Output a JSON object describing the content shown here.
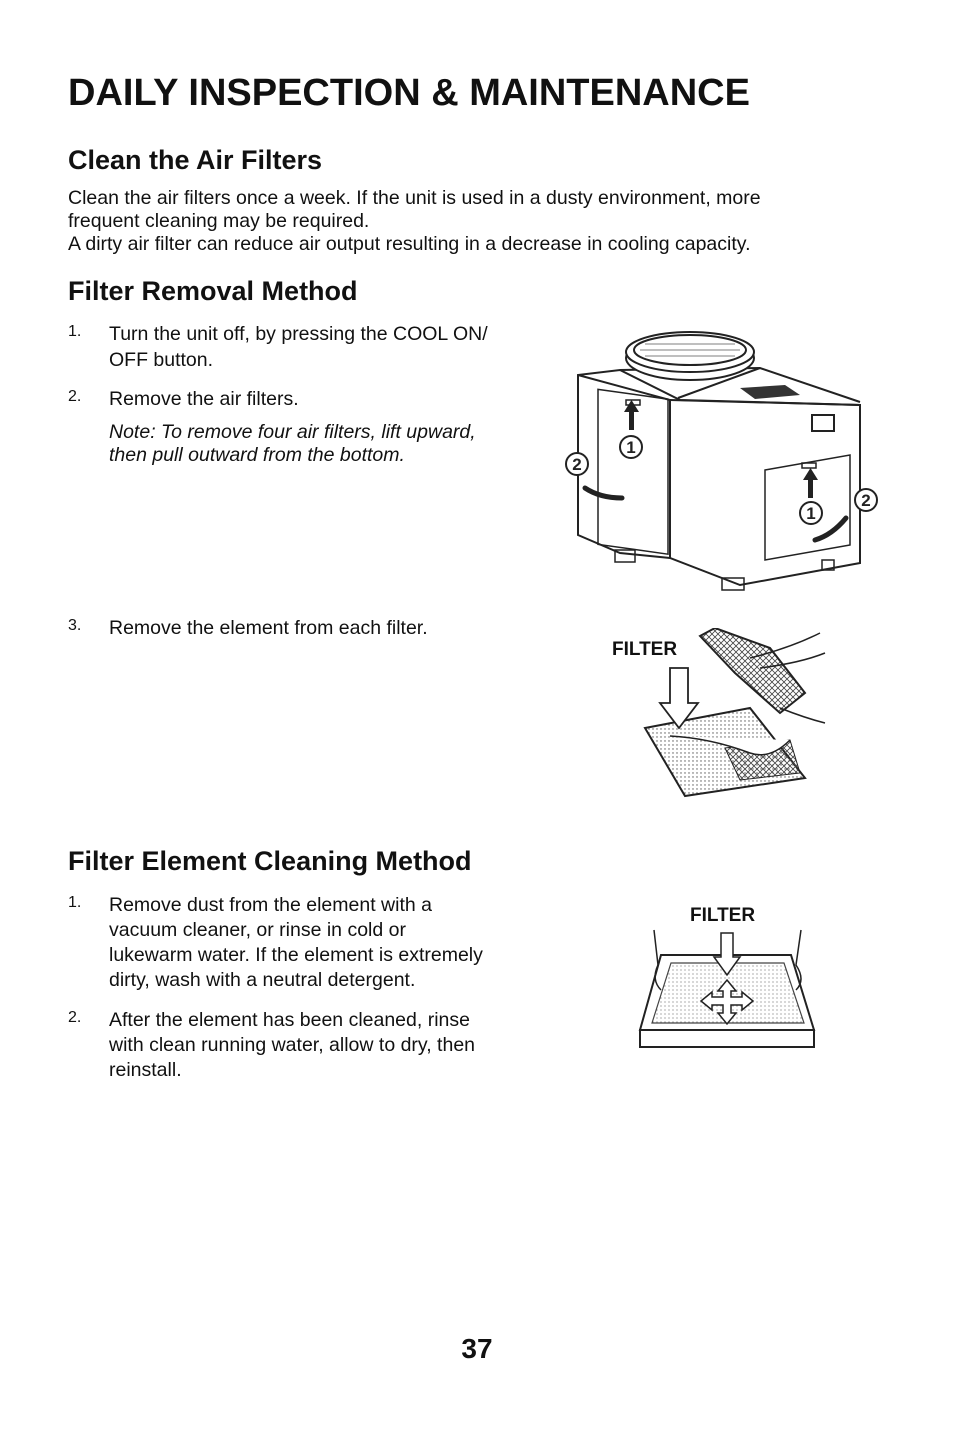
{
  "page": {
    "title": "DAILY INSPECTION & MAINTENANCE",
    "page_number": "37"
  },
  "clean": {
    "heading": "Clean the Air Filters",
    "line1": "Clean the air filters once a week. If the unit is used in a dusty environment, more",
    "line2": "frequent cleaning may be required.",
    "line3": "A dirty air filter can reduce air output resulting in a decrease in cooling capacity."
  },
  "removal": {
    "heading": "Filter Removal Method",
    "steps": [
      {
        "num": "1.",
        "line1": "Turn the unit off, by pressing the COOL ON/",
        "line2": "OFF button."
      },
      {
        "num": "2.",
        "text": "Remove the air filters.",
        "note1": "Note: To remove four air filters, lift upward,",
        "note2": "then pull outward from the bottom."
      },
      {
        "num": "3.",
        "text": "Remove the element from each filter."
      }
    ],
    "figure_labels": {
      "step1": "1",
      "step2": "2",
      "filter": "FILTER"
    }
  },
  "cleaning": {
    "heading": "Filter Element Cleaning Method",
    "steps": [
      {
        "num": "1.",
        "lines": [
          "Remove dust from the element with a",
          "vacuum cleaner, or rinse in cold or",
          "lukewarm water. If the element is extremely",
          "dirty, wash with a neutral detergent."
        ]
      },
      {
        "num": "2.",
        "lines": [
          "After the element has been cleaned, rinse",
          "with clean running water, allow to dry, then",
          "reinstall."
        ]
      }
    ],
    "figure_label": "FILTER"
  }
}
